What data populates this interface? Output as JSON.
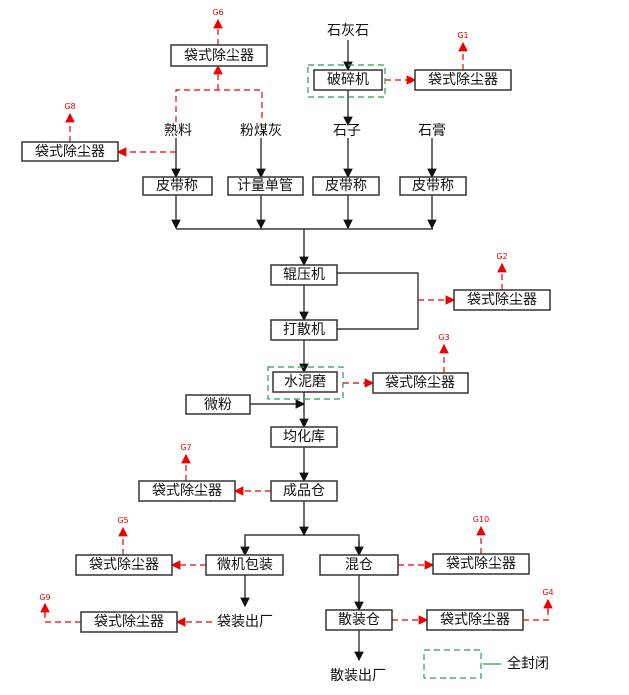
{
  "inputs": {
    "limestone": "石灰石",
    "clinker": "熟料",
    "flyash": "粉煤灰",
    "stone": "石子",
    "gypsum": "石膏",
    "micropowder": "微粉"
  },
  "boxes": {
    "crusher": "破碎机",
    "belt_scale": "皮带称",
    "metering_pipe": "计量单管",
    "roller_press": "辊压机",
    "disperser": "打散机",
    "cement_mill": "水泥磨",
    "homogenizer": "均化库",
    "product_silo": "成品仓",
    "packing": "微机包装",
    "mixing_silo": "混仓",
    "bulk_silo": "散装仓",
    "bag_filter": "袋式除尘器"
  },
  "outputs": {
    "bagged": "袋装出厂",
    "bulk": "散装出厂"
  },
  "emissions": {
    "g1": "G1",
    "g2": "G2",
    "g3": "G3",
    "g4": "G4",
    "g5": "G5",
    "g6": "G6",
    "g7": "G7",
    "g8": "G8",
    "g9": "G9",
    "g10": "G10"
  },
  "legend": {
    "enclosed": "全封闭"
  }
}
